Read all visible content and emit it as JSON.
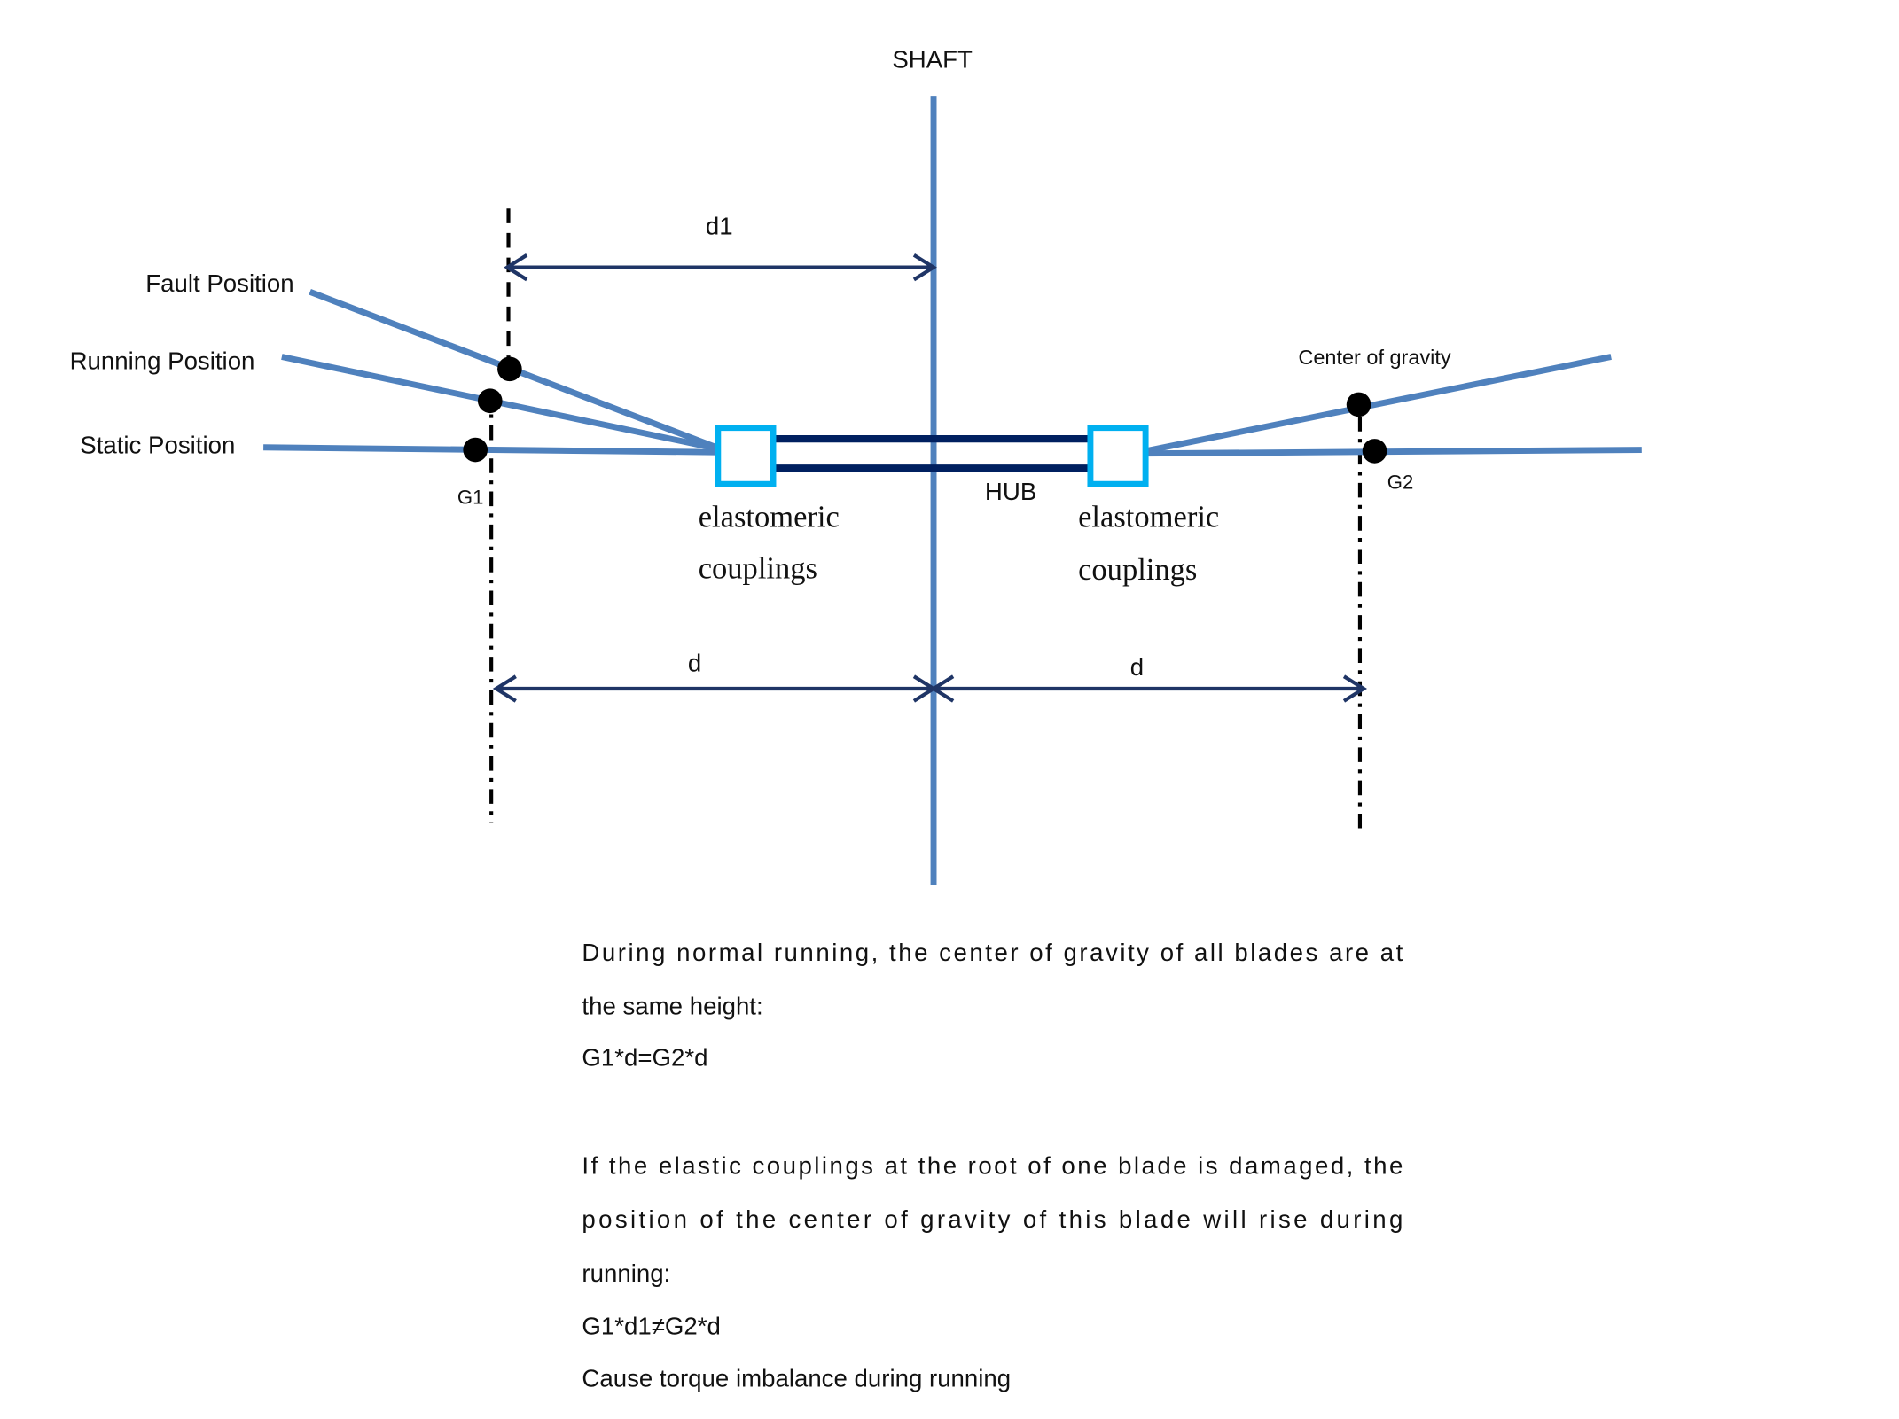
{
  "labels": {
    "shaft": "SHAFT",
    "d1": "d1",
    "fault_position": "Fault Position",
    "running_position": "Running Position",
    "static_position": "Static Position",
    "g1": "G1",
    "g2": "G2",
    "center_of_gravity": "Center of gravity",
    "hub": "HUB",
    "coupling_left_line1": "elastomeric",
    "coupling_left_line2": "couplings",
    "coupling_right_line1": "elastomeric",
    "coupling_right_line2": "couplings",
    "d_left": "d",
    "d_right": "d"
  },
  "explanation": {
    "p1_line1": "During normal running, the center of gravity of all blades are at",
    "p1_line2": "the same height:",
    "eq1": "G1*d=G2*d",
    "p2_line1": "If the elastic couplings at the root of one blade is damaged, the",
    "p2_line2": "position of the center of gravity of this blade will rise during",
    "p2_line3": "running:",
    "eq2": "G1*d1≠G2*d",
    "conclusion": "Cause torque imbalance during running"
  },
  "colors": {
    "blade": "#4f81bd",
    "hub": "#002060",
    "coupling": "#00b0f0",
    "dimension": "#1f3566"
  }
}
